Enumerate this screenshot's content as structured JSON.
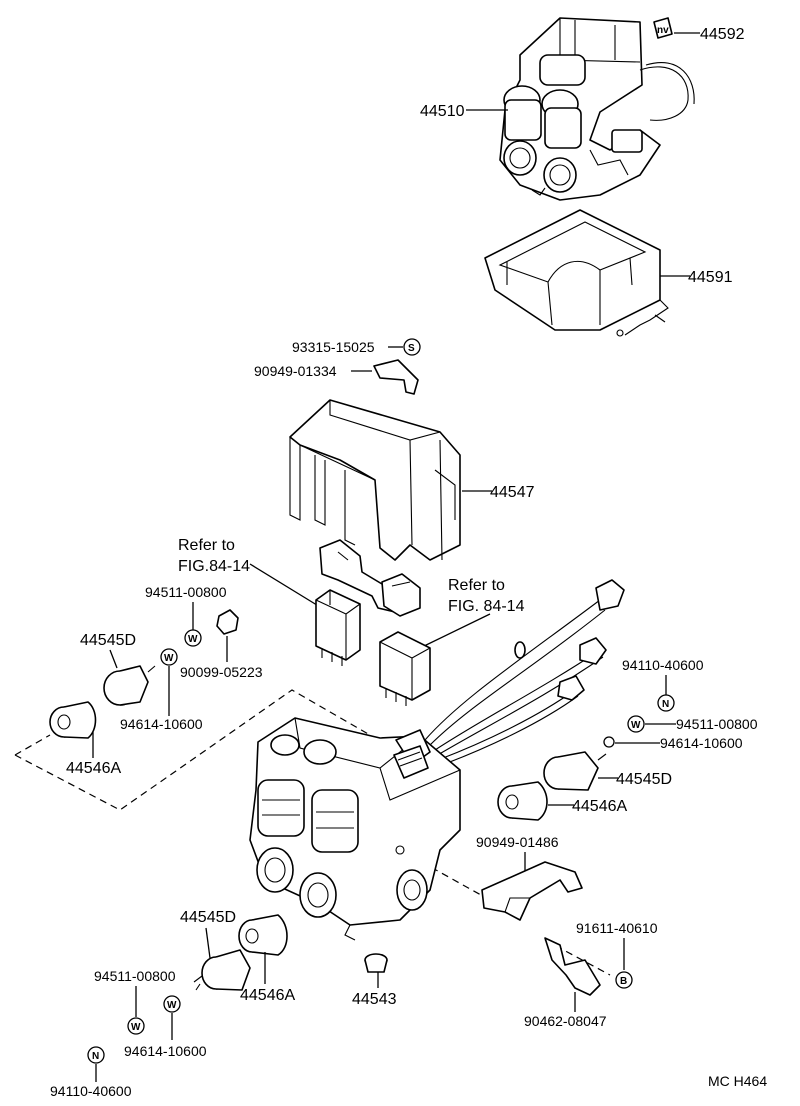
{
  "parts": {
    "p44592": "44592",
    "p44510": "44510",
    "p44591": "44591",
    "p93315": "93315-15025",
    "p90949_01334": "90949-01334",
    "p44547": "44547",
    "refer1_a": "Refer to",
    "refer1_b": "FIG.84-14",
    "refer2_a": "Refer to",
    "refer2_b": "FIG. 84-14",
    "p94511_top": "94511-00800",
    "p90099": "90099-05223",
    "p44545D_left": "44545D",
    "p94614_left": "94614-10600",
    "p44546A_left": "44546A",
    "p94110_right": "94110-40600",
    "p94511_right": "94511-00800",
    "p94614_right": "94614-10600",
    "p44545D_right": "44545D",
    "p44546A_right": "44546A",
    "p90949_01486": "90949-01486",
    "p91611": "91611-40610",
    "p90462": "90462-08047",
    "p44545D_bottom": "44545D",
    "p44546A_bottom": "44546A",
    "p44543": "44543",
    "p94511_bottom": "94511-00800",
    "p94614_bottom": "94614-10600",
    "p94110_bottom": "94110-40600"
  },
  "symbols": {
    "s": "S",
    "w": "W",
    "n": "N",
    "b": "B"
  },
  "code": "MC H464"
}
